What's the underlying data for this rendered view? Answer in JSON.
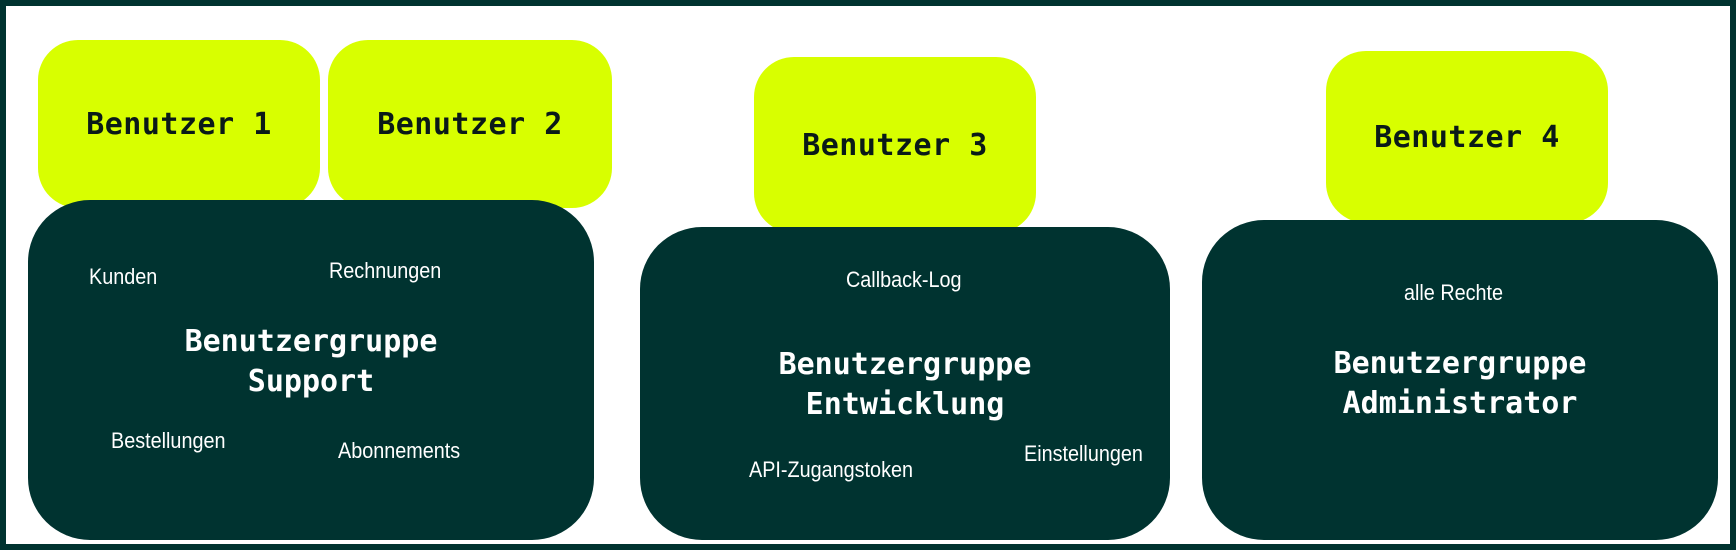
{
  "colors": {
    "user_box": "#d8ff00",
    "group_box": "#003330",
    "frame_border": "#003330",
    "user_text": "#0a1a18",
    "group_text": "#ffffff"
  },
  "users": [
    {
      "label": "Benutzer 1"
    },
    {
      "label": "Benutzer 2"
    },
    {
      "label": "Benutzer 3"
    },
    {
      "label": "Benutzer 4"
    }
  ],
  "groups": [
    {
      "title_line1": "Benutzergruppe",
      "title_line2": "Support",
      "permissions": [
        "Kunden",
        "Rechnungen",
        "Bestellungen",
        "Abonnements"
      ]
    },
    {
      "title_line1": "Benutzergruppe",
      "title_line2": "Entwicklung",
      "permissions": [
        "Callback-Log",
        "API-Zugangstoken",
        "Einstellungen"
      ]
    },
    {
      "title_line1": "Benutzergruppe",
      "title_line2": "Administrator",
      "permissions": [
        "alle Rechte"
      ]
    }
  ]
}
